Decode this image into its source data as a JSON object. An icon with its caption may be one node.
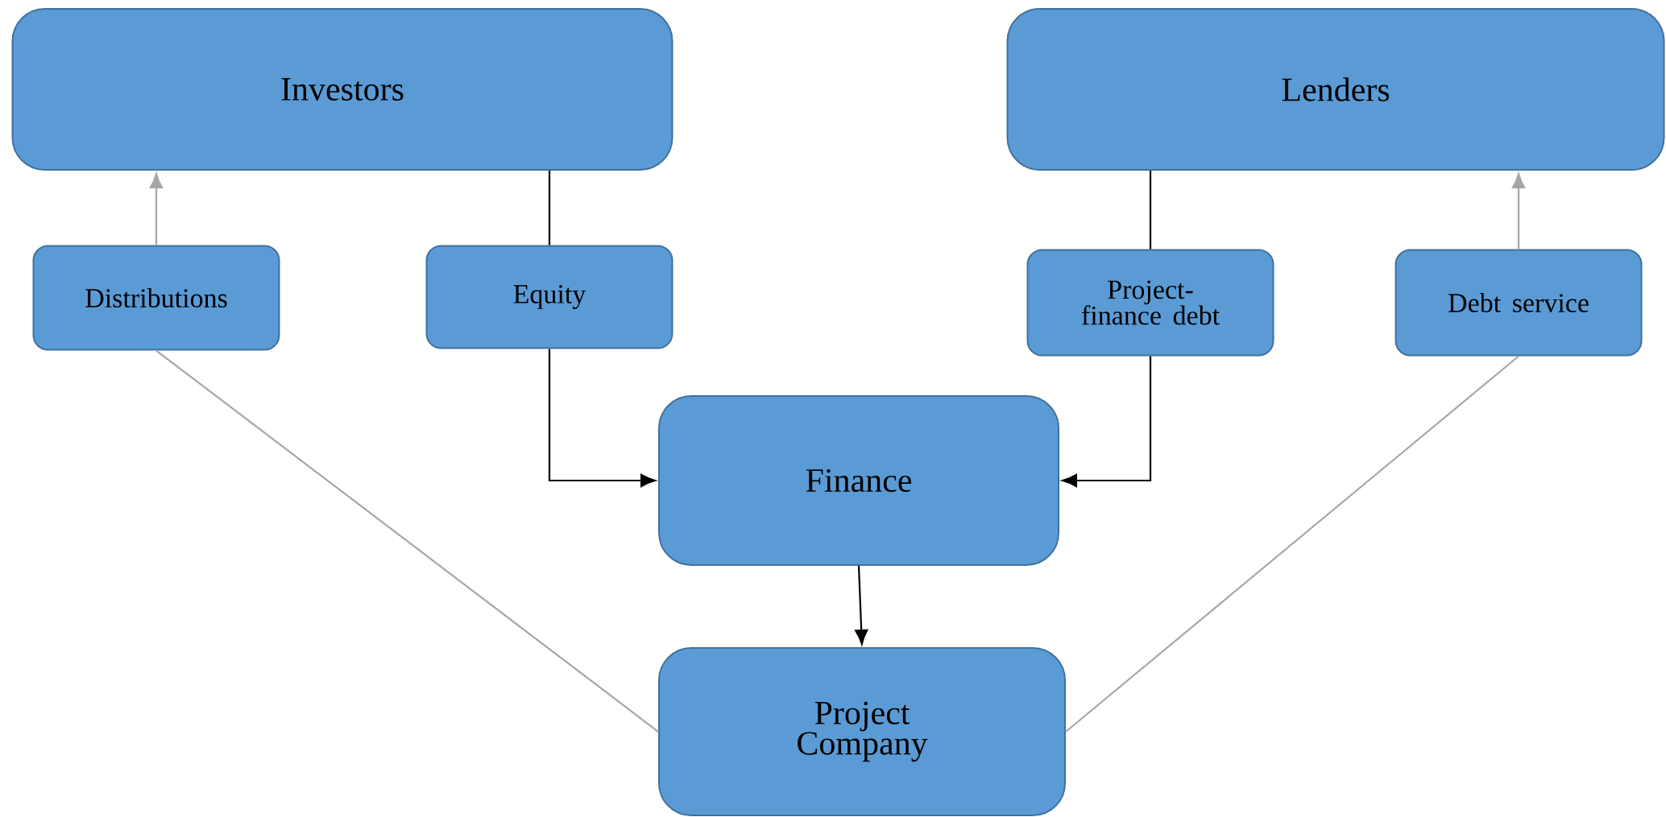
{
  "diagram": {
    "nodes": [
      {
        "text": [
          "Investors"
        ]
      },
      {
        "text": [
          "Lenders"
        ]
      },
      {
        "text": [
          "Distributions"
        ]
      },
      {
        "text": [
          "Equity"
        ]
      },
      {
        "text": [
          "Project-finance debt"
        ]
      },
      {
        "text": [
          "Debt service"
        ]
      },
      {
        "text": [
          "Finance"
        ]
      },
      {
        "text": [
          "Project Company"
        ]
      }
    ],
    "edges": [
      {
        "from": 2,
        "to": 0,
        "arrow": "to",
        "color": "#a6a6a6"
      },
      {
        "from": 0,
        "to": 3,
        "arrow": "none"
      },
      {
        "from": 3,
        "to": 6,
        "arrow": "to"
      },
      {
        "from": 1,
        "to": 4,
        "arrow": "none"
      },
      {
        "from": 4,
        "to": 6,
        "arrow": "to"
      },
      {
        "from": 5,
        "to": 1,
        "arrow": "to",
        "color": "#a6a6a6"
      },
      {
        "from": 6,
        "to": 7,
        "arrow": "to"
      },
      {
        "from": 7,
        "to": 2,
        "arrow": "none",
        "color": "#a6a6a6"
      },
      {
        "from": 7,
        "to": 5,
        "arrow": "none",
        "color": "#a6a6a6"
      }
    ]
  }
}
